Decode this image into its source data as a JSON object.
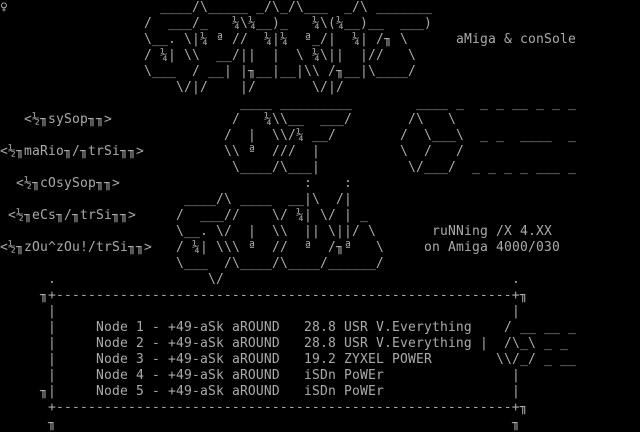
{
  "art_lines": [
    "♀                   ____/\\_____ _/\\_/\\___  _/\\ _______",
    "                  /  ___/_   ¼\\¼__)_   ¼\\(¼__)__  ___)",
    "                  \\__. \\|¼ ª //  ¼|¼  ª_/|  ¼| /╖ \\",
    "                  / ¼| \\\\  __/||  |  \\ ¼\\||  |//   \\",
    "                  \\___  / __| |╖__|__|\\\\ /╖__|\\____/",
    "                      \\/|/    |/       \\/|/",
    "                              ____ _________        ____ _  _ _ __ _ _ _",
    "                             /   ¼\\\\__  ___/       /\\   \\",
    "                            /  |  \\\\/¼ __/        /  \\___\\  _ _  ____  _",
    "                            \\\\ ª  ///  |          \\  /   /",
    "                             \\____/\\___|           \\/___/  _ _ _ _ ___ _",
    "                                      :    :",
    "                       ____/\\ ____  __|\\  /|",
    "                      /  ___//    \\/ ¼| \\/ | _",
    "                      \\__. \\/  |  \\\\  || \\||/ \\",
    "                      / ¼| \\\\\\ ª  //  ª  /╖ª   \\",
    "                      \\___  /\\____/\\____/______/",
    "      .                   \\/                                    .",
    "     ╖+---------------------------------------------------------+╖",
    "      |                                                         |",
    "      |                                                        / __ __ _",
    "      |                                                     |  /\\_\\ _ _",
    "      |                                                       \\\\/_/ _ __",
    "      |                                                         |",
    "     ╖|                                                         |",
    "      +---------------------------------------------------------+╖",
    "      ╖                                                         ╖"
  ],
  "tagline": "aMiga & conSole",
  "staff": [
    {
      "label": "<½╖sySop╖╖>"
    },
    {
      "label": "<½╖maRio╖/╖trSi╖╖>"
    },
    {
      "label": "<½╖cOsySop╖╖>"
    },
    {
      "label": "<½╖eCs╖/╖trSi╖╖>"
    },
    {
      "label": "<½╖zOu^zOu!/trSi╖╖>"
    }
  ],
  "system": {
    "software": "ruNNing /X 4.XX",
    "hardware": "on Amiga 4000/030"
  },
  "nodes": [
    {
      "label": "Node 1 - +49-aSk aROUND",
      "modem": "28.8 USR V.Everything"
    },
    {
      "label": "Node 2 - +49-aSk aROUND",
      "modem": "28.8 USR V.Everything"
    },
    {
      "label": "Node 3 - +49-aSk aROUND",
      "modem": "19.2 ZYXEL POWER"
    },
    {
      "label": "Node 4 - +49-aSk aROUND",
      "modem": "iSDn PoWEr"
    },
    {
      "label": "Node 5 - +49-aSk aROUND",
      "modem": "iSDn PoWEr"
    }
  ]
}
